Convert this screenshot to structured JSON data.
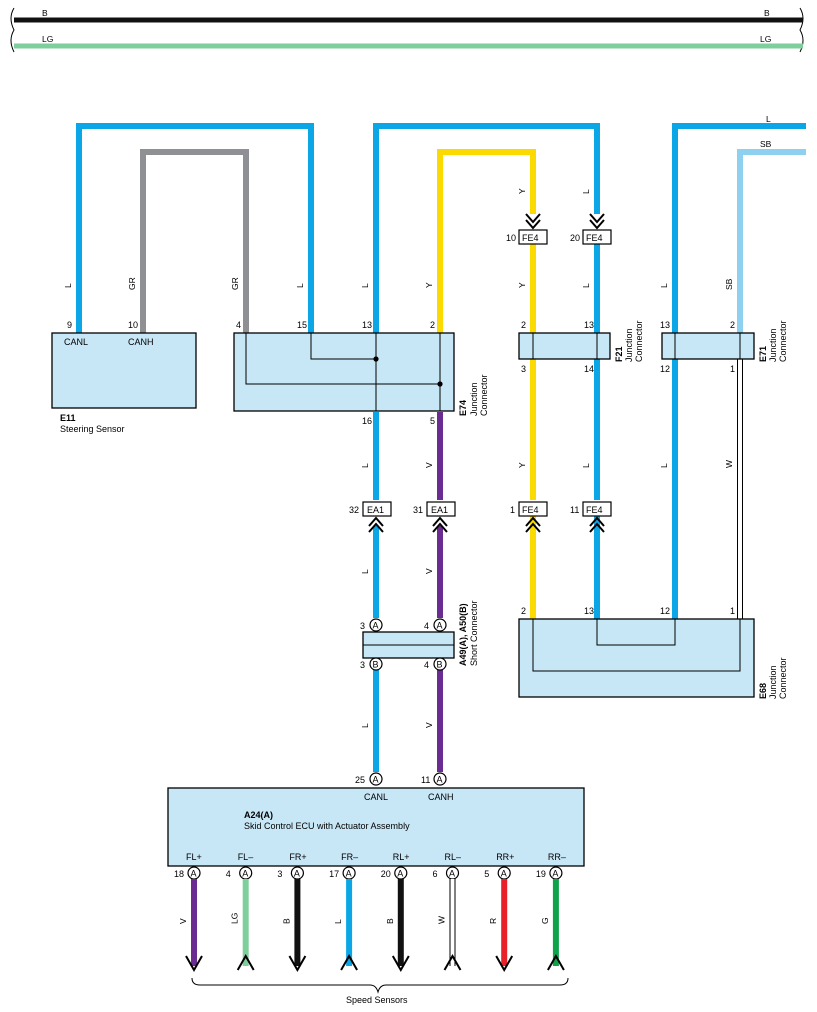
{
  "colors": {
    "L": "#0aa6e6",
    "LG": "#7fcf9d",
    "B": "#111111",
    "GR": "#8e9093",
    "Y": "#fada00",
    "V": "#6a2c91",
    "SB": "#8ed0f0",
    "W": "#ffffff",
    "R": "#e8202a",
    "G": "#0ea24a",
    "box": "#c8e7f6"
  },
  "top_bus": {
    "B_left": "B",
    "B_right": "B",
    "LG_left": "LG",
    "LG_right": "LG"
  },
  "wire_labels": {
    "L_right": "L",
    "SB_right": "SB",
    "w1": "L",
    "w2": "GR",
    "w3": "GR",
    "w4": "L",
    "w5": "L",
    "w6": "Y",
    "w7": "Y",
    "w8": "L",
    "w9": "Y",
    "w10": "L",
    "w11": "L",
    "w12": "SB",
    "w13": "L",
    "w14": "V",
    "w15": "Y",
    "w16": "L",
    "w17": "L",
    "w18": "W",
    "w19": "L",
    "w20": "V",
    "w21": "L",
    "w22": "V"
  },
  "e11": {
    "code": "E11",
    "name": "Steering Sensor",
    "pin_l": "9",
    "pin_h": "10",
    "canl": "CANL",
    "canh": "CANH"
  },
  "e74": {
    "code": "E74",
    "name1": "Junction",
    "name2": "Connector",
    "p4": "4",
    "p15": "15",
    "p13": "13",
    "p2": "2",
    "p16": "16",
    "p5": "5"
  },
  "f21": {
    "code": "F21",
    "name1": "Junction",
    "name2": "Connector",
    "p2": "2",
    "p13": "13",
    "p3": "3",
    "p14": "14"
  },
  "e71": {
    "code": "E71",
    "name1": "Junction",
    "name2": "Connector",
    "p13": "13",
    "p2": "2",
    "p12": "12",
    "p1": "1"
  },
  "fe4": {
    "name": "FE4",
    "a": "10",
    "b": "20",
    "c": "1",
    "d": "11"
  },
  "ea1": {
    "name": "EA1",
    "a": "32",
    "b": "31"
  },
  "a49": {
    "code": "A49(A), A50(B)",
    "name": "Short Connector",
    "pa": "3",
    "pb": "4",
    "pc": "3",
    "pd": "4",
    "A": "A",
    "B": "B"
  },
  "e68": {
    "code": "E68",
    "name1": "Junction",
    "name2": "Connector",
    "p2": "2",
    "p13": "13",
    "p12": "12",
    "p1": "1"
  },
  "a24": {
    "code": "A24(A)",
    "name": "Skid Control ECU with Actuator Assembly",
    "p25": "25",
    "p11": "11",
    "canl": "CANL",
    "canh": "CANH",
    "A": "A"
  },
  "sensors": {
    "title": "Speed Sensors",
    "items": [
      {
        "term": "FL+",
        "pin": "18",
        "wire": "V"
      },
      {
        "term": "FL–",
        "pin": "4",
        "wire": "LG"
      },
      {
        "term": "FR+",
        "pin": "3",
        "wire": "B"
      },
      {
        "term": "FR–",
        "pin": "17",
        "wire": "L"
      },
      {
        "term": "RL+",
        "pin": "20",
        "wire": "B"
      },
      {
        "term": "RL–",
        "pin": "6",
        "wire": "W"
      },
      {
        "term": "RR+",
        "pin": "5",
        "wire": "R"
      },
      {
        "term": "RR–",
        "pin": "19",
        "wire": "G"
      }
    ]
  }
}
